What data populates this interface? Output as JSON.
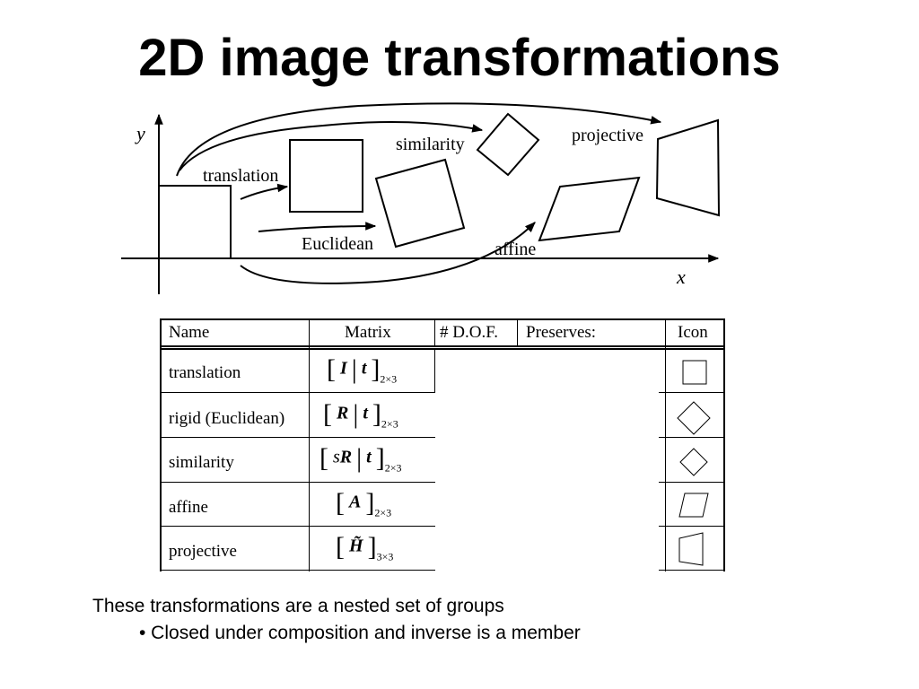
{
  "slide": {
    "title": "2D image transformations",
    "diagram": {
      "axis_x": "x",
      "axis_y": "y",
      "labels": {
        "translation": "translation",
        "euclidean": "Euclidean",
        "similarity": "similarity",
        "affine": "affine",
        "projective": "projective"
      }
    },
    "table": {
      "headers": [
        "Name",
        "Matrix",
        "# D.O.F.",
        "Preserves:",
        "Icon"
      ],
      "rows": [
        {
          "name": "translation",
          "matrix_main": "I",
          "matrix_second": "t",
          "matrix_scalar": "",
          "matrix_sub": "2×3",
          "icon": "square-icon"
        },
        {
          "name": "rigid (Euclidean)",
          "matrix_main": "R",
          "matrix_second": "t",
          "matrix_scalar": "",
          "matrix_sub": "2×3",
          "icon": "rotated-square-icon"
        },
        {
          "name": "similarity",
          "matrix_main": "R",
          "matrix_second": "t",
          "matrix_scalar": "s",
          "matrix_sub": "2×3",
          "icon": "small-rotated-square-icon"
        },
        {
          "name": "affine",
          "matrix_main": "A",
          "matrix_second": "",
          "matrix_scalar": "",
          "matrix_sub": "2×3",
          "icon": "parallelogram-icon"
        },
        {
          "name": "projective",
          "matrix_main": "H̃",
          "matrix_second": "",
          "matrix_scalar": "",
          "matrix_sub": "3×3",
          "icon": "trapezoid-icon"
        }
      ]
    },
    "body": {
      "line1": "These transformations are a nested set of groups",
      "line2": "• Closed under composition and inverse is a member"
    }
  }
}
